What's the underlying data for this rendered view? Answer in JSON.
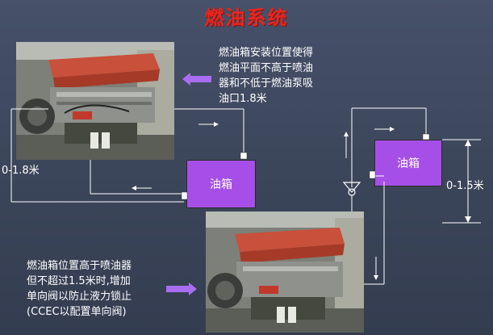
{
  "title": "燃油系统",
  "note_top": [
    "燃油箱安装位置使得",
    "燃油平面不高于喷油",
    "器和不低于燃油泵吸",
    "油口1.8米"
  ],
  "note_bottom": [
    "燃油箱位置高于喷油器",
    "但不超过1.5米时,增加",
    "单向阀以防止液力锁止",
    "(CCEC以配置单向阀)"
  ],
  "tank_left_label": "油箱",
  "tank_right_label": "油箱",
  "dim_left_label": "0-1.8米",
  "dim_right_label": "0-1.5米",
  "colors": {
    "title": "#e8261e",
    "tank": "#a64fe8",
    "pointer_arrow": "#a86df0",
    "background": "#3f4a5e"
  },
  "icons": [
    "engine-photo",
    "check-valve-icon",
    "pointer-arrow-icon"
  ]
}
